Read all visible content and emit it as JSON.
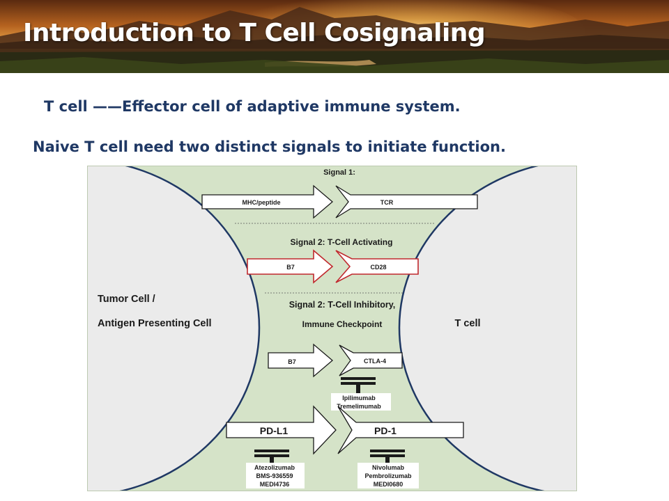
{
  "slide": {
    "title": "Introduction to T Cell Cosignaling",
    "line1": "T cell ——Effector cell of adaptive immune system.",
    "line2": "Naive T cell need two distinct signals to initiate function."
  },
  "diagram": {
    "left_cell": {
      "line1": "Tumor Cell /",
      "line2": "Antigen Presenting Cell"
    },
    "right_cell": "T cell",
    "signal1": {
      "heading": "Signal 1:",
      "ligand": "MHC/peptide",
      "receptor": "TCR"
    },
    "signal2_activating": {
      "heading": "Signal 2: T-Cell Activating",
      "ligand": "B7",
      "receptor": "CD28"
    },
    "signal2_inhibitory": {
      "heading_line1": "Signal 2: T-Cell Inhibitory,",
      "heading_line2": "Immune Checkpoint",
      "ligand": "B7",
      "receptor": "CTLA-4"
    },
    "ctla4_drugs": [
      "Ipilimumab",
      "Tremelimumab"
    ],
    "pd_pathway": {
      "ligand": "PD-L1",
      "receptor": "PD-1"
    },
    "pdl1_drugs": [
      "Atezolizumab",
      "BMS-936559",
      "MEDI4736"
    ],
    "pd1_drugs": [
      "Nivolumab",
      "Pembrolizumab",
      "MEDI0680"
    ]
  },
  "colors": {
    "title_text": "#ffffff",
    "body_text": "#1f3864",
    "diagram_background": "#d5e3c8",
    "cell_fill": "#ebebeb",
    "cell_outline": "#1f3864",
    "activating_arrow": "#c0282d",
    "arrow_outline": "#1a1a1a",
    "blocker": "#1a1a1a"
  }
}
